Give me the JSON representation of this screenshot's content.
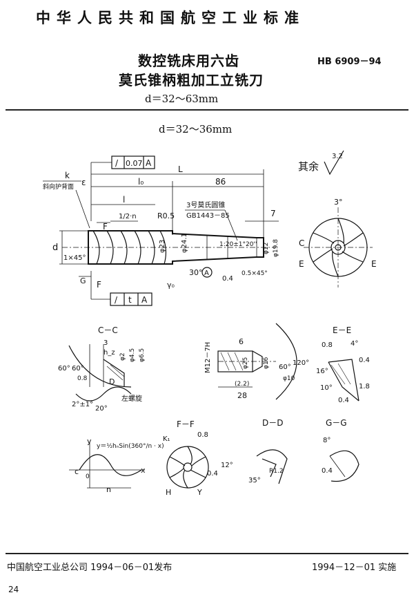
{
  "header": {
    "standard_name": "中华人民共和国航空工业标准"
  },
  "title": {
    "line1": "数控铣床用六齿",
    "line2": "莫氏锥柄粗加工立铣刀",
    "range": "d＝32～63mm"
  },
  "standard_number": "HB 6909－94",
  "subtitle_range": "d＝32～36mm",
  "drawing": {
    "surface_note": "其余",
    "roughness_default": "3.2",
    "tolerance_top": [
      "/",
      "0.07",
      "A"
    ],
    "tolerance_bottom": [
      "/",
      "t",
      "A"
    ],
    "labels": {
      "k": "k",
      "oblique_label": "斜向护背面",
      "epsilon": "ε",
      "L": "L",
      "l0": "l₀",
      "dim86": "86",
      "l": "l",
      "pitch": "1/2·n",
      "R05": "R0.5",
      "morse_note1": "3号莫氏圆锥",
      "morse_note2": "GB1443－85",
      "dim7": "7",
      "F": "F",
      "d": "d",
      "chamfer1": "1×45°",
      "G": "G",
      "phi23": "φ23",
      "phi241": "φ24.1",
      "taper": "1:20±1°20''",
      "phi12": "φ12",
      "phi198": "φ19.8",
      "ang30": "30°",
      "datumA": "A",
      "r04": "0.4",
      "chamfer2": "0.5×45°",
      "gamma0": "γ₀",
      "C": "C",
      "E": "E",
      "ang3": "3°"
    },
    "section_labels": {
      "cc": "C－C",
      "ee": "E－E",
      "ff": "F－F",
      "dd": "D－D",
      "gg": "G－G"
    },
    "cc": {
      "dim3": "3",
      "hz": "h_z",
      "phi2": "φ2",
      "phi45": "φ4.5",
      "phi65": "φ6.5",
      "ang60a": "60°",
      "ang60b": "60°",
      "r08": "0.8",
      "D": "D",
      "ang2": "2°±1°",
      "ang20": "20°",
      "helix": "左螺旋"
    },
    "dd": {
      "dim6": "6",
      "thread": "M12－7H",
      "phi25": "φ25",
      "phi16": "φ16",
      "phi10": "φ10",
      "ang60": "60°",
      "ang120": "120°",
      "dim2": "(2.2)",
      "dim28": "28"
    },
    "ee": {
      "r08": "0.8",
      "ang4": "4°",
      "r04a": "0.4",
      "ang16": "16°",
      "ang10": "10°",
      "l8": "1.8",
      "r04b": "0.4"
    },
    "wave": {
      "y": "y",
      "x": "x",
      "formula": "y＝½hₙSin(360°/n · x)",
      "c": "c",
      "n": "n",
      "zero": "0"
    },
    "ff": {
      "k1": "K₁",
      "r08": "0.8",
      "r04": "0.4",
      "ang12": "12°",
      "H": "H",
      "Y": "Y"
    },
    "gg_extra": {
      "r12": "R1.2",
      "ang35": "35°",
      "ang8": "8°",
      "r04": "0.4"
    }
  },
  "footer": {
    "publisher": "中国航空工业总公司 1994－06－01发布",
    "effective": "1994－12－01 实施",
    "page": "24"
  }
}
